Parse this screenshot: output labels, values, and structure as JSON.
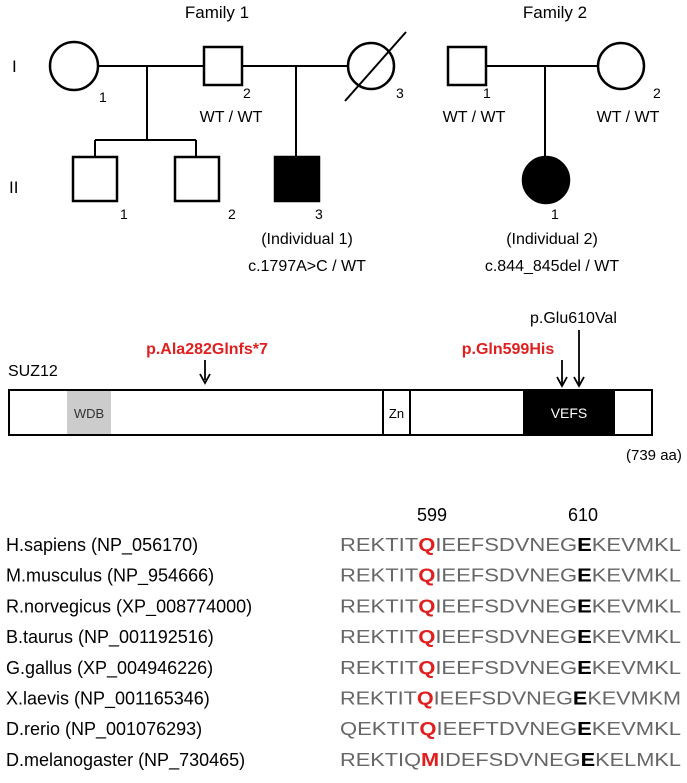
{
  "pedigree": {
    "family1_title": "Family 1",
    "family2_title": "Family 2",
    "generation_I": "I",
    "generation_II": "II",
    "f1": {
      "I1_num": "1",
      "I2_num": "2",
      "I3_num": "3",
      "I2_genotype": "WT / WT",
      "II1_num": "1",
      "II2_num": "2",
      "II3_num": "3",
      "II3_label": "(Individual 1)",
      "II3_genotype": "c.1797A>C / WT"
    },
    "f2": {
      "I1_num": "1",
      "I2_num": "2",
      "I1_genotype": "WT / WT",
      "I2_genotype": "WT / WT",
      "II1_num": "1",
      "II1_label": "(Individual 2)",
      "II1_genotype": "c.844_845del / WT"
    }
  },
  "protein": {
    "gene": "SUZ12",
    "domain_wdb": "WDB",
    "domain_zn": "Zn",
    "domain_vefs": "VEFS",
    "length": "(739 aa)",
    "variant_frameshift": "p.Ala282Glnfs*7",
    "variant_missense_red": "p.Gln599His",
    "variant_missense_black": "p.Glu610Val",
    "colors": {
      "red": "#e02020",
      "wdb_fill": "#cccccc",
      "vefs_fill": "#000000"
    }
  },
  "alignment": {
    "pos_599": "599",
    "pos_610": "610",
    "rows": [
      {
        "species": "H.sapiens (NP_056170)",
        "pre": "REKTIT",
        "hl": "Q",
        "mid": "IEEFSDVNEG",
        "dark": "E",
        "post": "KEVMKL"
      },
      {
        "species": "M.musculus (NP_954666)",
        "pre": "REKTIT",
        "hl": "Q",
        "mid": "IEEFSDVNEG",
        "dark": "E",
        "post": "KEVMKL"
      },
      {
        "species": "R.norvegicus (XP_008774000)",
        "pre": "REKTIT",
        "hl": "Q",
        "mid": "IEEFSDVNEG",
        "dark": "E",
        "post": "KEVMKL"
      },
      {
        "species": "B.taurus (NP_001192516)",
        "pre": "REKTIT",
        "hl": "Q",
        "mid": "IEEFSDVNEG",
        "dark": "E",
        "post": "KEVMKL"
      },
      {
        "species": "G.gallus (XP_004946226)",
        "pre": "REKTIT",
        "hl": "Q",
        "mid": "IEEFSDVNEG",
        "dark": "E",
        "post": "KEVMKL"
      },
      {
        "species": "X.laevis (NP_001165346)",
        "pre": "REKTIT",
        "hl": "Q",
        "mid": "IEEFSDVNEG",
        "dark": "E",
        "post": "KEVMKM"
      },
      {
        "species": "D.rerio (NP_001076293)",
        "pre": "QEKTIT",
        "hl": "Q",
        "mid": "IEEFTDVNEG",
        "dark": "E",
        "post": "KEVMKL"
      },
      {
        "species": "D.melanogaster (NP_730465)",
        "pre": "REKTIQ",
        "hl": "M",
        "mid": "IDEFSDVNEG",
        "dark": "E",
        "post": "KELMKL"
      }
    ]
  }
}
